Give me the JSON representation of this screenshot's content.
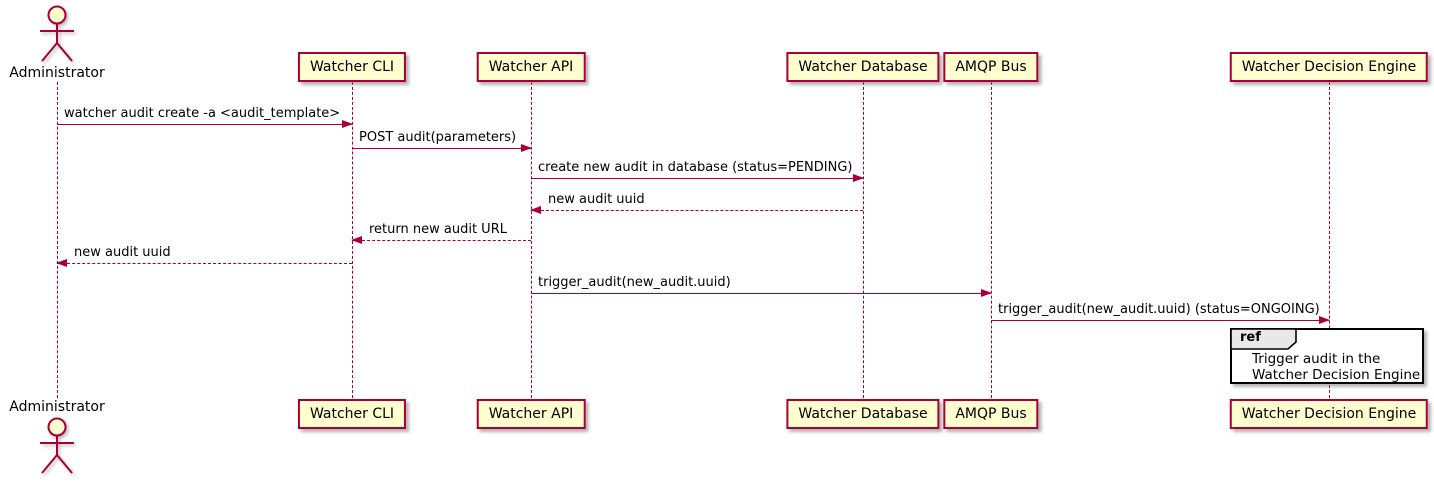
{
  "diagram": {
    "type": "sequence",
    "participants": [
      {
        "name": "Administrator",
        "kind": "actor"
      },
      {
        "name": "Watcher CLI",
        "kind": "participant"
      },
      {
        "name": "Watcher API",
        "kind": "participant"
      },
      {
        "name": "Watcher Database",
        "kind": "participant"
      },
      {
        "name": "AMQP Bus",
        "kind": "participant"
      },
      {
        "name": "Watcher Decision Engine",
        "kind": "participant"
      }
    ],
    "messages": [
      {
        "from": "Administrator",
        "to": "Watcher CLI",
        "text": "watcher audit create -a <audit_template>",
        "line": "solid",
        "direction": "right"
      },
      {
        "from": "Watcher CLI",
        "to": "Watcher API",
        "text": "POST audit(parameters)",
        "line": "solid",
        "direction": "right"
      },
      {
        "from": "Watcher API",
        "to": "Watcher Database",
        "text": "create new audit in database (status=PENDING)",
        "line": "solid",
        "direction": "right"
      },
      {
        "from": "Watcher Database",
        "to": "Watcher API",
        "text": "new audit uuid",
        "line": "dashed",
        "direction": "left"
      },
      {
        "from": "Watcher API",
        "to": "Watcher CLI",
        "text": "return new audit URL",
        "line": "dashed",
        "direction": "left"
      },
      {
        "from": "Watcher CLI",
        "to": "Administrator",
        "text": "new audit uuid",
        "line": "dashed",
        "direction": "left"
      },
      {
        "from": "Watcher API",
        "to": "AMQP Bus",
        "text": "trigger_audit(new_audit.uuid)",
        "line": "solid",
        "direction": "right"
      },
      {
        "from": "AMQP Bus",
        "to": "Watcher Decision Engine",
        "text": "trigger_audit(new_audit.uuid) (status=ONGOING)",
        "line": "solid",
        "direction": "right"
      }
    ],
    "ref_fragment": {
      "keyword": "ref",
      "over": "Watcher Decision Engine",
      "lines": [
        "Trigger audit in the",
        "Watcher Decision Engine"
      ]
    },
    "colors": {
      "participant_fill": "#FEFECE",
      "participant_border": "#A80036",
      "arrow": "#A80036",
      "lifeline": "#A80036",
      "text": "#000000",
      "ref_header_fill": "#E8E8E8",
      "ref_border": "#000000"
    }
  }
}
